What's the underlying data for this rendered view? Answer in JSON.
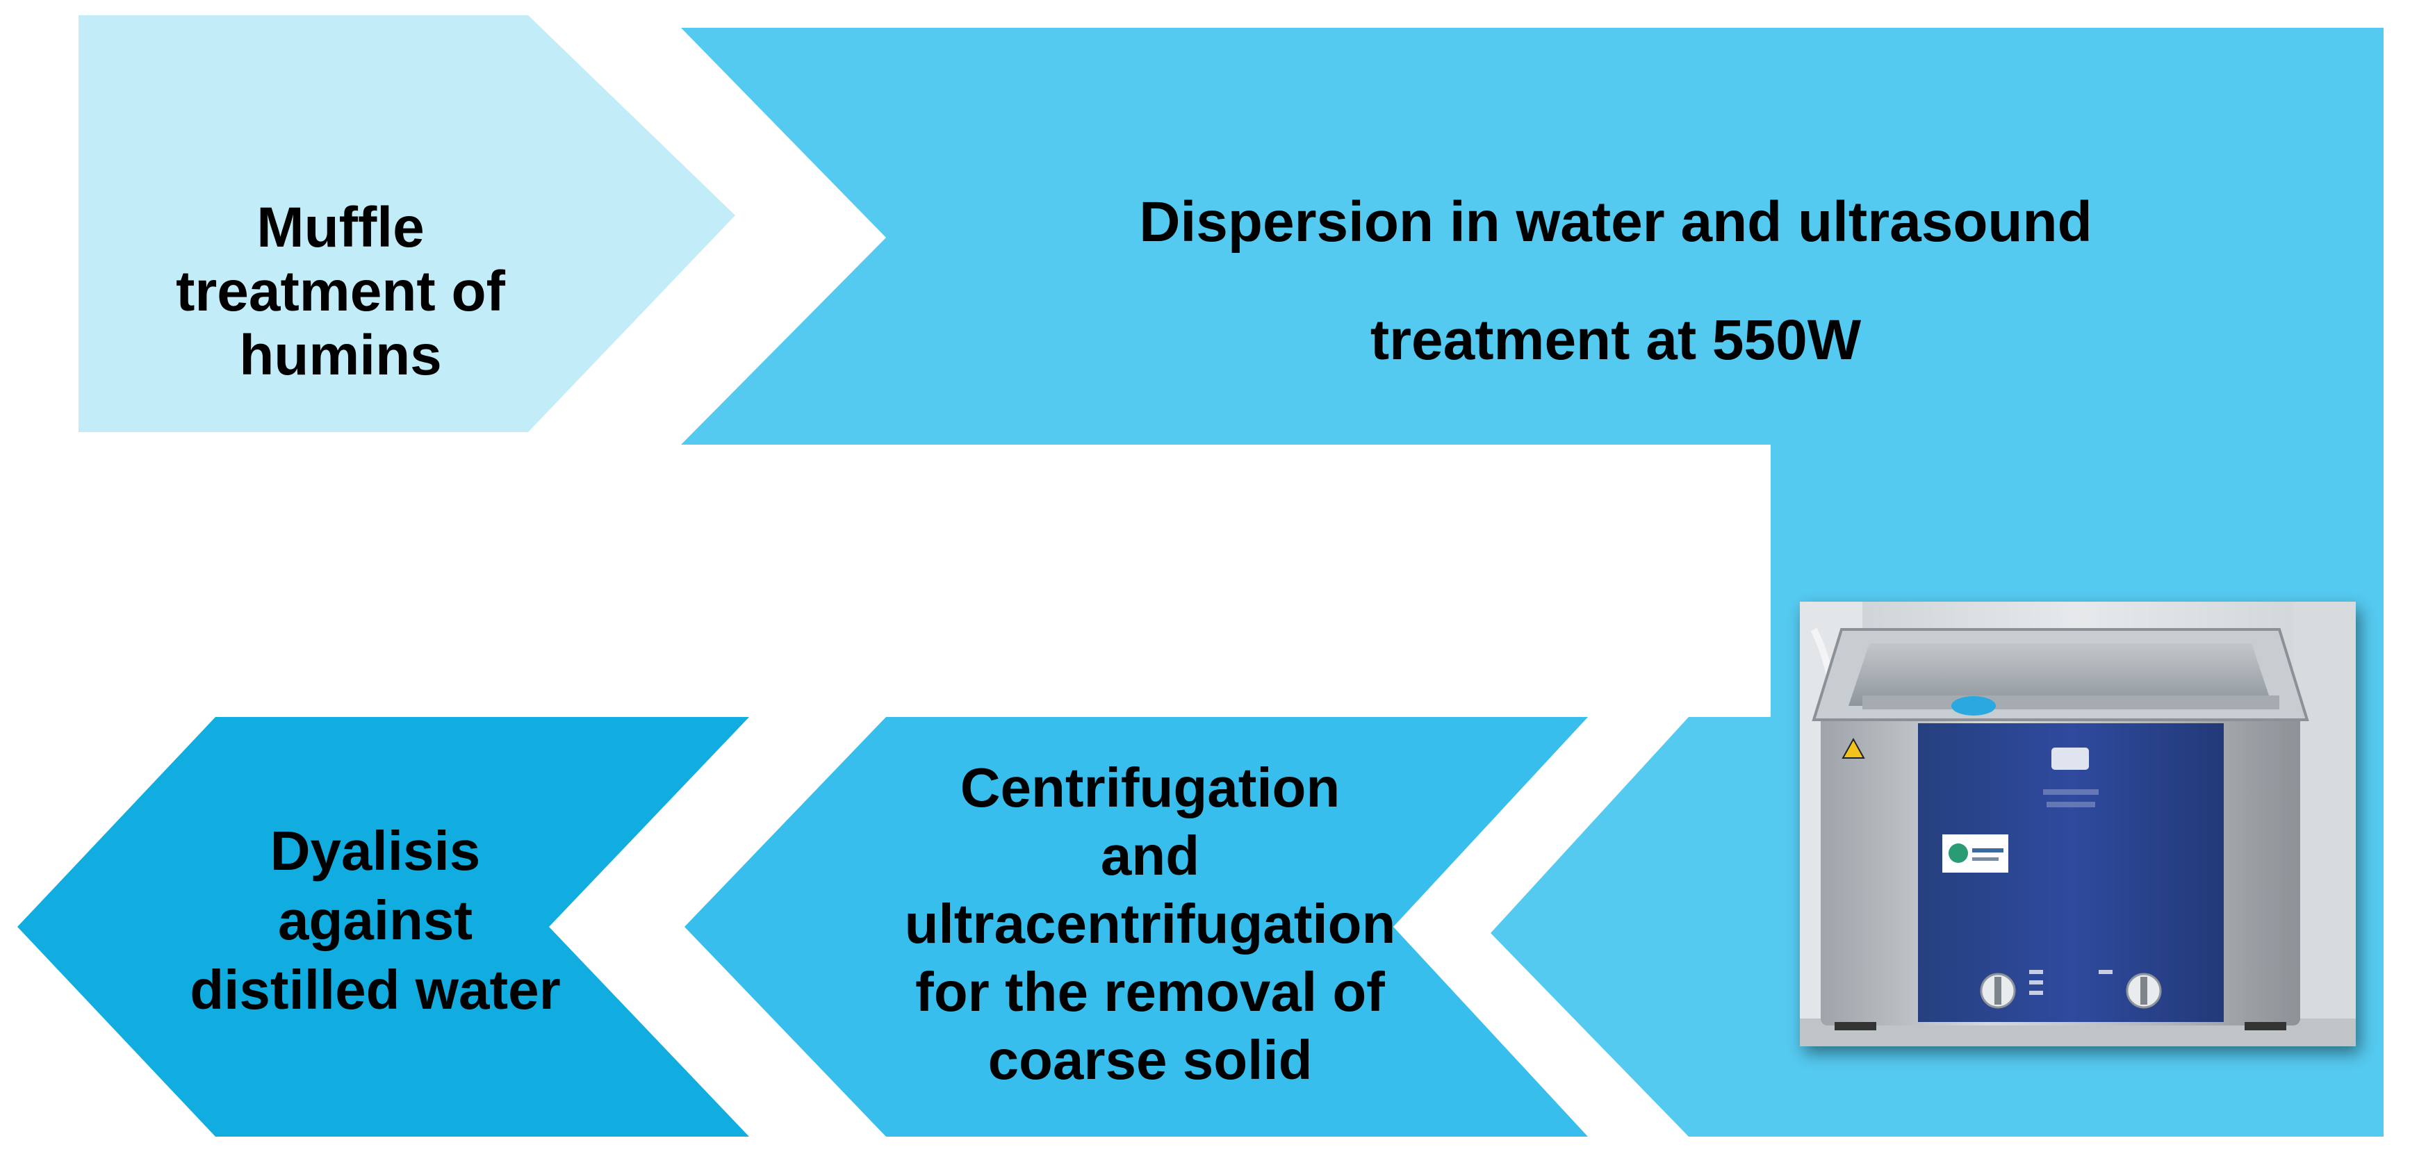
{
  "steps": [
    {
      "id": "muffle",
      "text": "Muffle\ntreatment of\nhumins",
      "color": "#C3ECF9"
    },
    {
      "id": "dispersion",
      "text": "Dispersion in water and ultrasound\ntreatment at 550W",
      "color": "#55CAF0"
    },
    {
      "id": "centrifugation",
      "text": "Centrifugation\nand\nultracentrifugation\nfor the removal of\ncoarse solid",
      "color": "#37BEEC"
    },
    {
      "id": "dialysis",
      "text": "Dyalisis\nagainst\ndistilled water",
      "color": "#11ACE0"
    }
  ],
  "photo": {
    "icon": "ultrasonic-bath-photo",
    "body_color": "#2F4A9E",
    "steel_color": "#B9BEC3"
  }
}
